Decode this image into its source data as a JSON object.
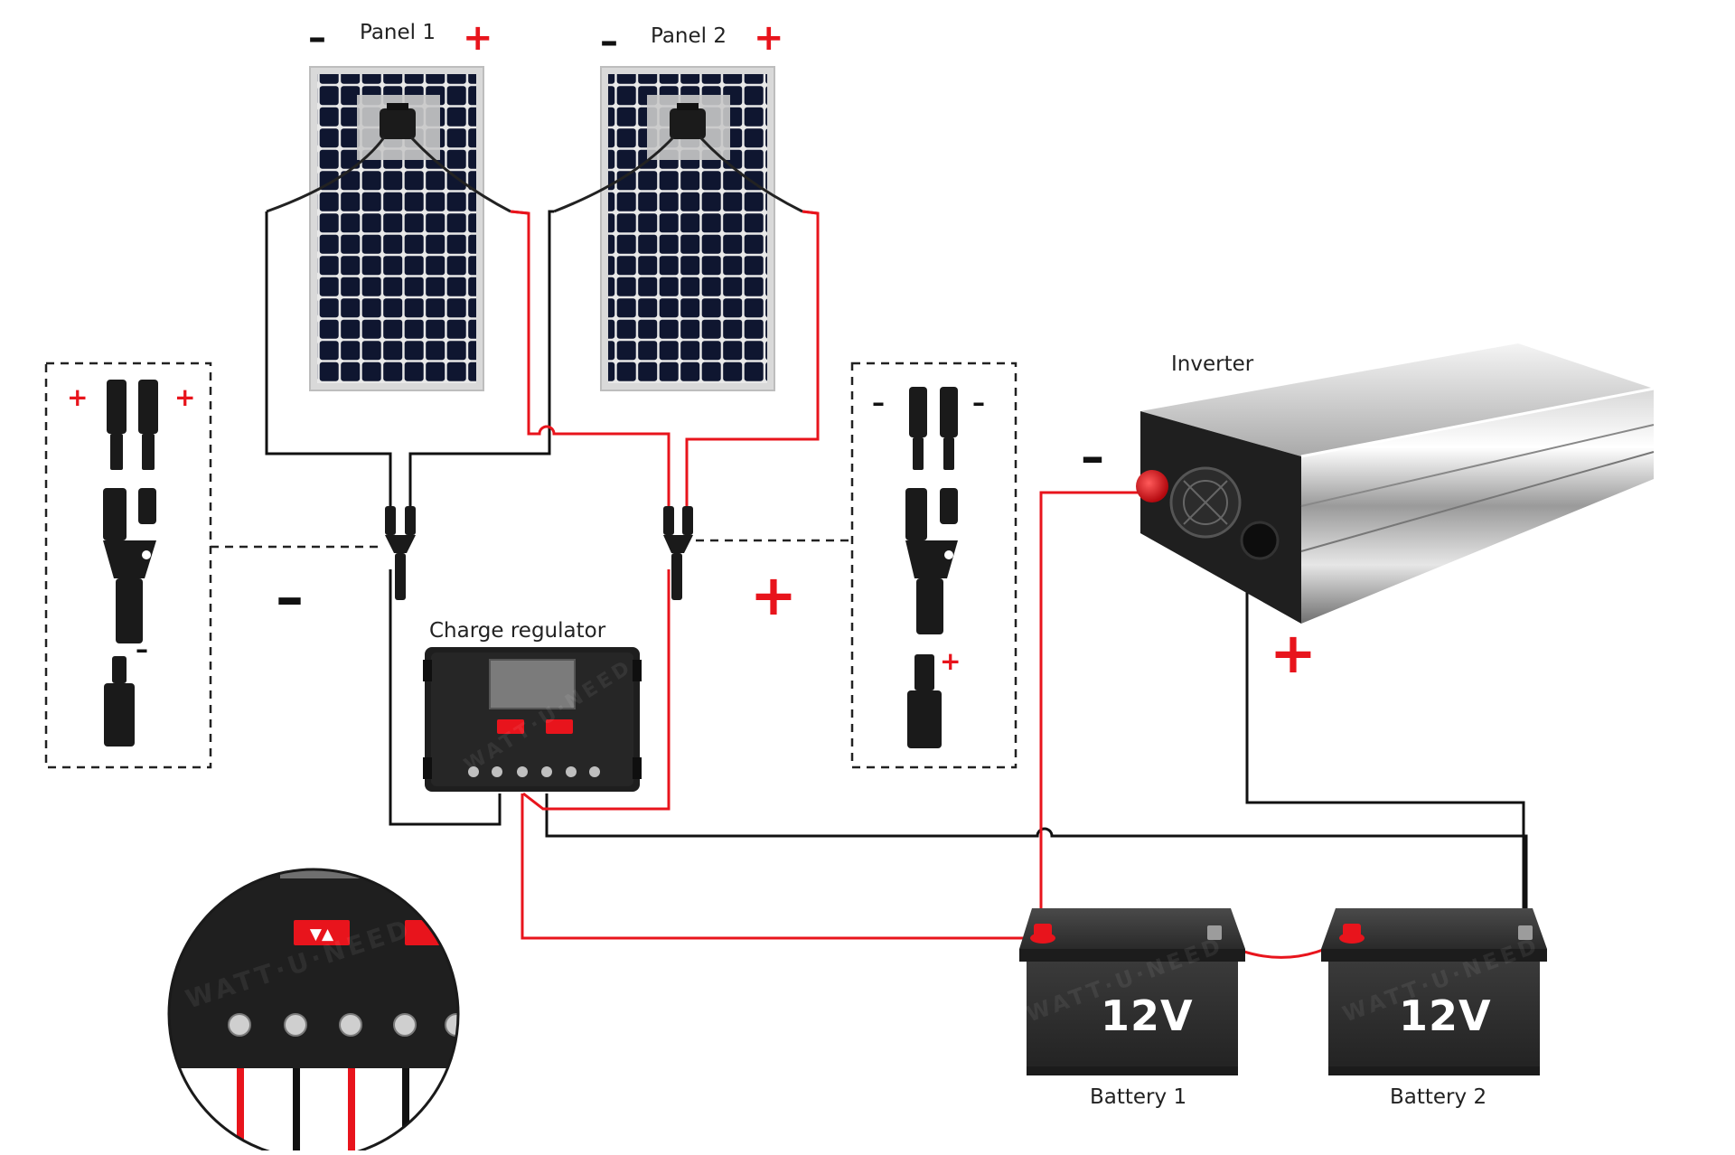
{
  "labels": {
    "panel1": "Panel 1",
    "panel2": "Panel 2",
    "inverter": "Inverter",
    "charge_regulator": "Charge regulator",
    "battery1": "Battery 1",
    "battery2": "Battery 2"
  },
  "batteries": {
    "voltage1": "12V",
    "voltage2": "12V"
  },
  "signs": {
    "minus": "–",
    "plus": "+"
  },
  "watermark": "WATT·U·NEED",
  "colors": {
    "positive_wire": "#e8141c",
    "negative_wire": "#111111",
    "panel_cell": "#0f1630",
    "regulator_body": "#1e1e1e",
    "battery_body": "#2f2f2f"
  }
}
